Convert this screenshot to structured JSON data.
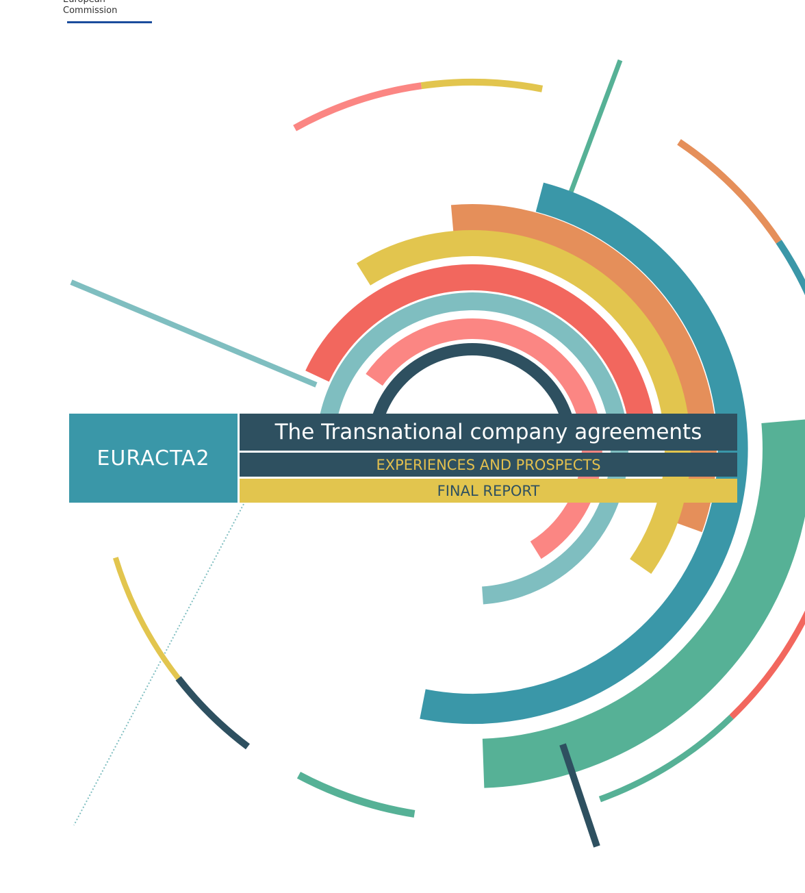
{
  "publisher": {
    "line1": "European",
    "line2": "Commission"
  },
  "cover": {
    "badge": "EURACTA2",
    "title": "The Transnational company agreements",
    "subtitle": "EXPERIENCES AND PROSPECTS",
    "report_type": "FINAL REPORT"
  },
  "colors": {
    "orange": "#e58f5a",
    "teal": "#3a97a8",
    "green": "#56b196",
    "yellow": "#e2c54e",
    "red": "#f2675e",
    "pink": "#fb8683",
    "light_teal": "#7fbec0",
    "navy": "#2e5060",
    "ec_blue": "#1a4c9c"
  }
}
